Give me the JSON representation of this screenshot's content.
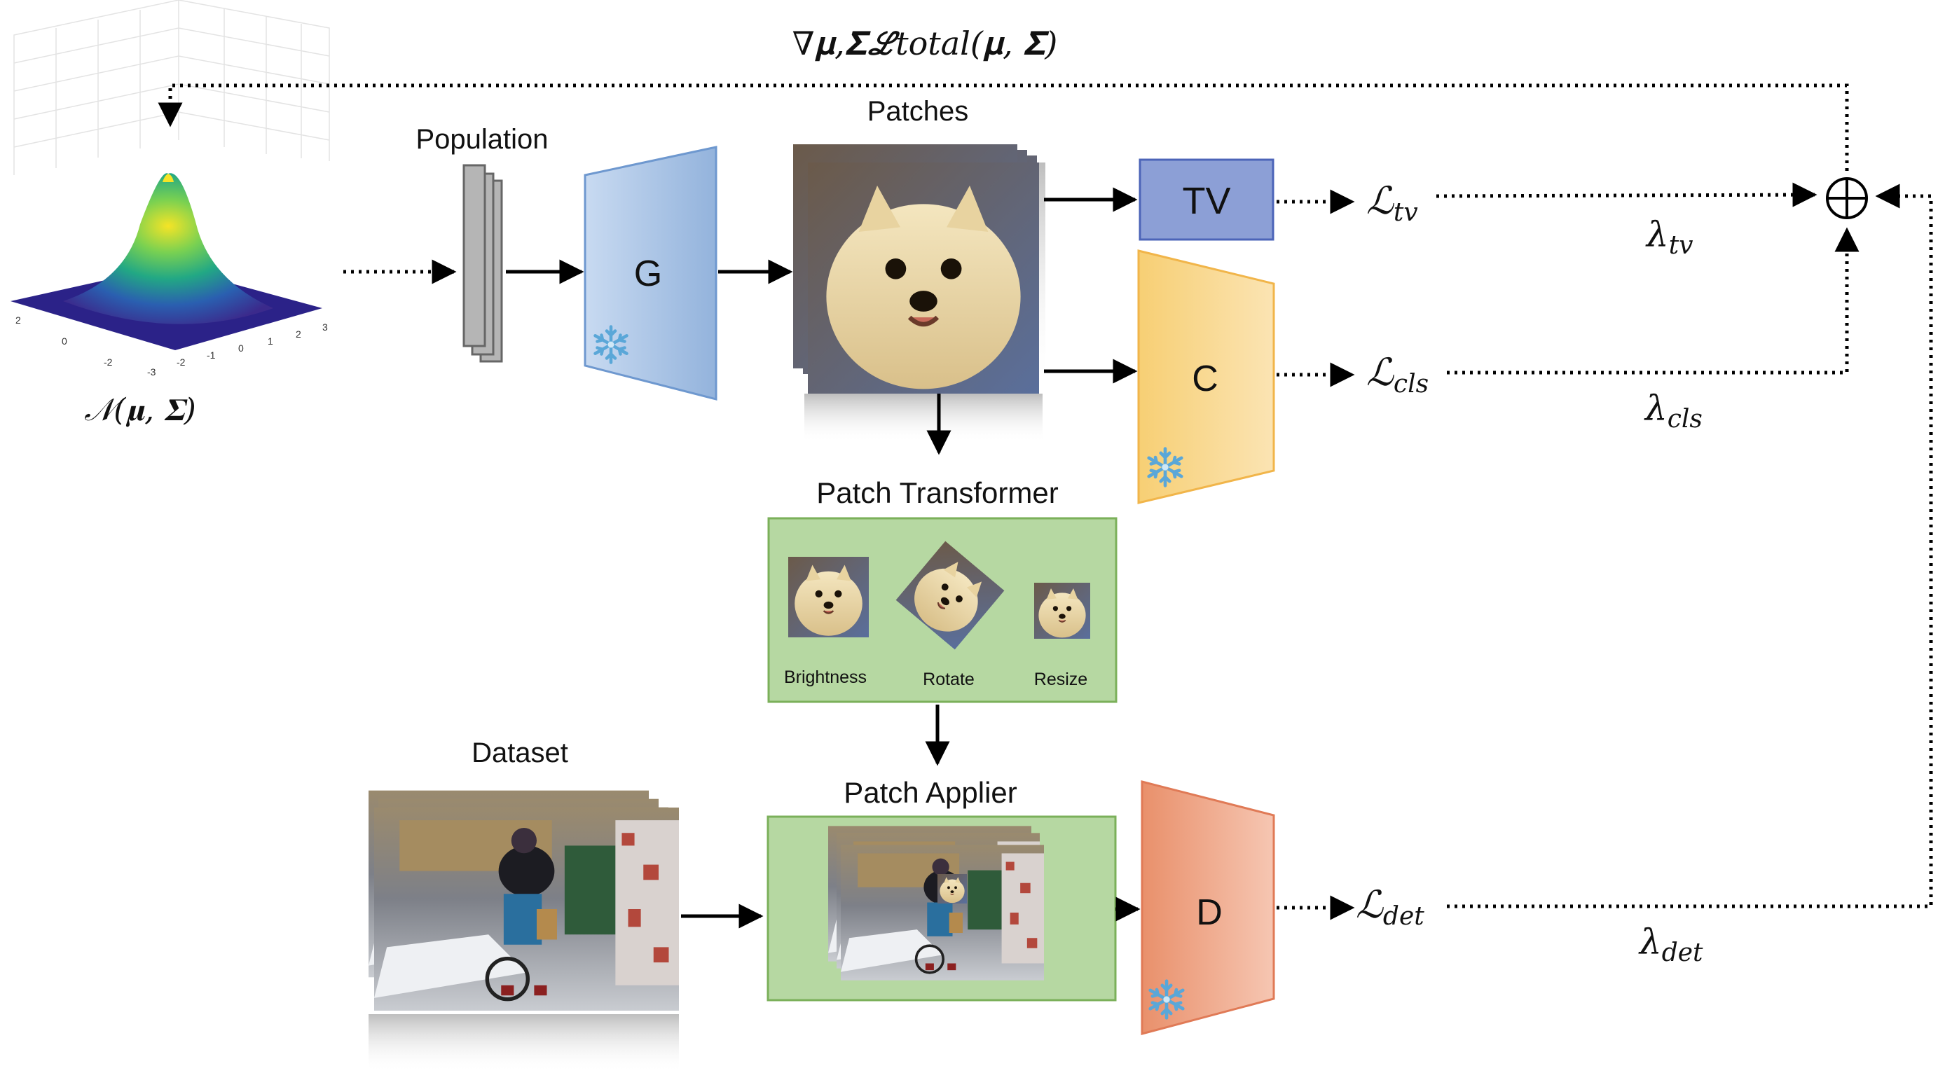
{
  "nodes": {
    "population": "Population",
    "generator": "G",
    "patches": "Patches",
    "tv": "TV",
    "classifier": "C",
    "patch_transformer": "Patch Transformer",
    "patch_applier": "Patch Applier",
    "dataset": "Dataset",
    "detector": "D"
  },
  "transforms": [
    "Brightness",
    "Rotate",
    "Resize"
  ],
  "distribution_label": "𝒩(𝛍, 𝚺)",
  "gradient_label": "∇𝛍,𝚺ℒtotal(𝛍, 𝚺)",
  "losses": {
    "tv": {
      "symbol": "ℒ",
      "sub": "tv"
    },
    "cls": {
      "symbol": "ℒ",
      "sub": "cls"
    },
    "det": {
      "symbol": "ℒ",
      "sub": "det"
    }
  },
  "weights": {
    "tv": {
      "symbol": "λ",
      "sub": "tv"
    },
    "cls": {
      "symbol": "λ",
      "sub": "cls"
    },
    "det": {
      "symbol": "λ",
      "sub": "det"
    }
  },
  "sum_symbol": "⊕",
  "gaussian_ticks": {
    "left": [
      "2",
      "0",
      "-2"
    ],
    "bottom": [
      "-3",
      "-2",
      "-1",
      "0",
      "1",
      "2",
      "3"
    ]
  },
  "frozen_icon": "snowflake-icon",
  "colors": {
    "generator": "#9dbbe0",
    "tv": "#8c9fd6",
    "classifier": "#f8d98a",
    "detector": "#eda98a",
    "green_panel": "#b6d8a2"
  }
}
